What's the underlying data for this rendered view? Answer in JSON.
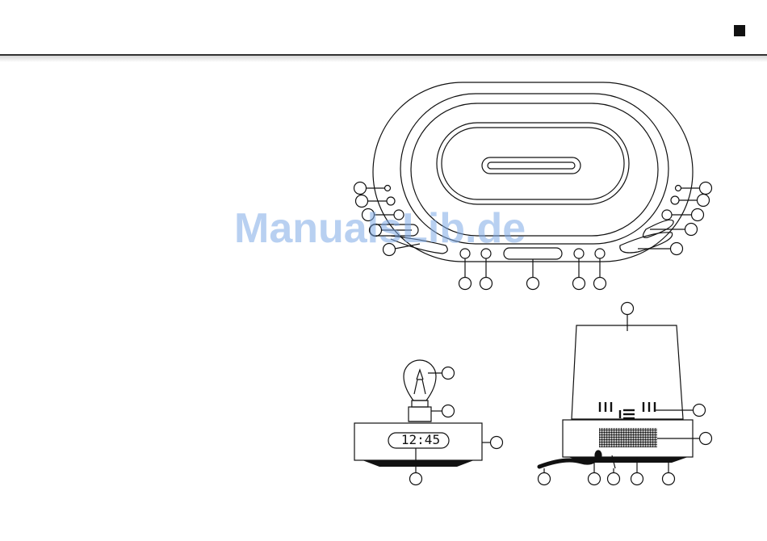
{
  "header": {
    "square_icon": "black-square"
  },
  "watermark": {
    "text": "ManualsLib.de",
    "color": "#7daae6"
  },
  "clock_display": {
    "time": "12:45"
  },
  "colors": {
    "line": "#111111",
    "rule": "#333333",
    "background": "#ffffff"
  }
}
